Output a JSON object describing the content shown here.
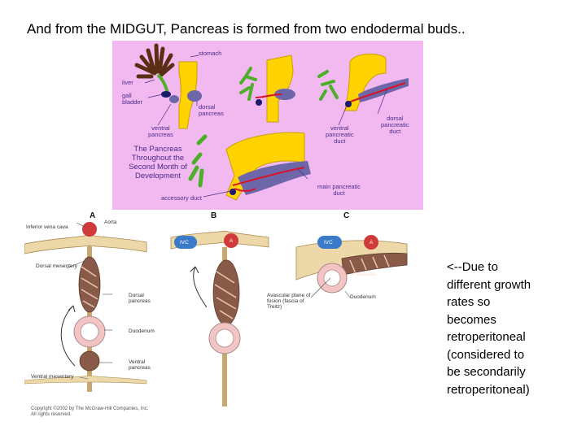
{
  "slide": {
    "title": "And from the MIDGUT, Pancreas is formed from two endodermal buds..",
    "note_lines": [
      "<--Due to",
      "different growth",
      "rates so",
      "becomes",
      "retroperitoneal",
      "(considered to",
      "be secondarily",
      "retroperitoneal)"
    ]
  },
  "figure_top": {
    "labels": {
      "stomach": "stomach",
      "liver": "liver",
      "gall_bladder": "gall\nbladder",
      "dorsal_pancreas": "dorsal\npancreas",
      "ventral_pancreas": "ventral\npancreas",
      "ventral_duct": "ventral\npancreatic\nduct",
      "dorsal_duct": "dorsal\npancreatic\nduct",
      "main_duct": "main pancreatic\nduct",
      "accessory_duct": "accessory duct"
    },
    "caption": "The Pancreas Throughout the Second Month of Development",
    "colors": {
      "background": "#f1b9ef",
      "stomach": "#ffd200",
      "liver": "#4caf2a",
      "pancreas": "#6d66a8",
      "duct": "#d8142a"
    }
  },
  "figure_bottom": {
    "panels": [
      "A",
      "B",
      "C"
    ],
    "labels": {
      "ivc_long": "Inferior vena cava",
      "aorta": "Aorta",
      "dorsal_mesentery": "Dorsal mesentery",
      "dorsal_pancreas": "Dorsal\npancreas",
      "duodenum": "Duodenum",
      "ventral_pancreas": "Ventral\npancreas",
      "ventral_mesentery": "Ventral mesentery",
      "ivc": "IVC",
      "a": "A",
      "avascular": "Avascular plane of\nfusion (fascia of\nTreitz)",
      "duodenum_c": "Duodenum",
      "pancreas": "Pancreas",
      "copyright": "Copyright ©2002 by The McGraw-Hill Companies, Inc.\nAll rights reserved."
    },
    "colors": {
      "ivc": "#3a7ac8",
      "aorta": "#d03a3a",
      "tissue": "#ecd8a8",
      "mesentery": "#c9a870",
      "pancreas": "#8a5a48",
      "duodenum": "#f3c4c4"
    }
  }
}
